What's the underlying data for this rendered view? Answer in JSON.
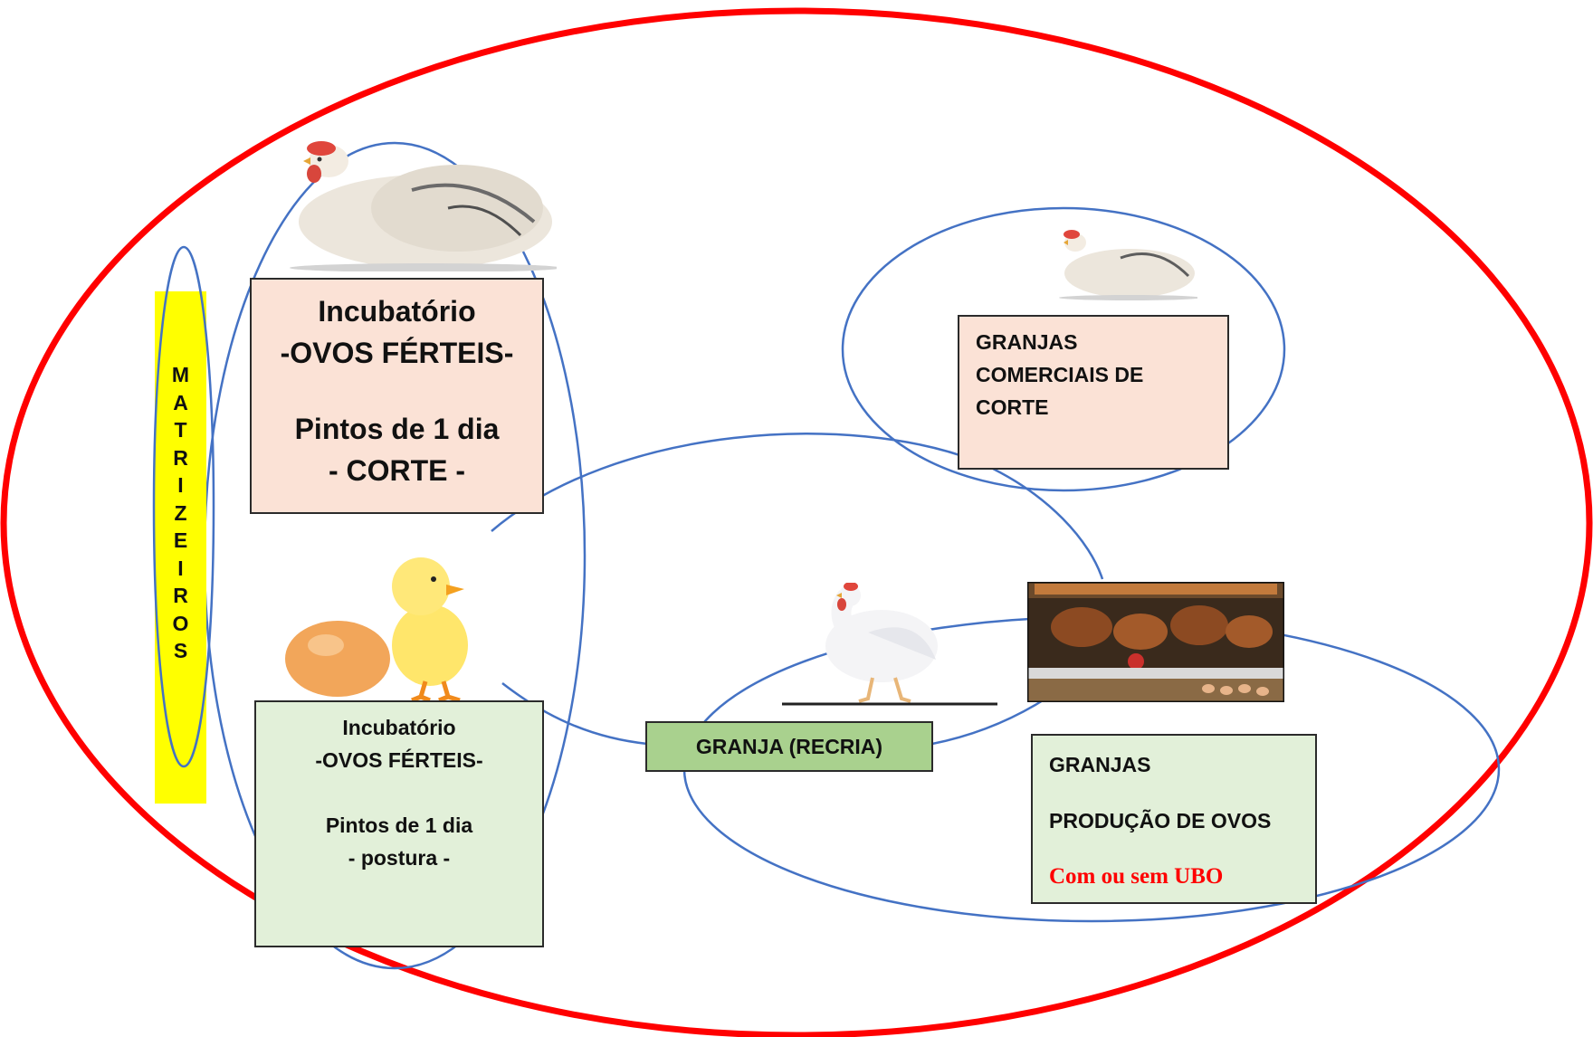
{
  "colors": {
    "outer_ellipse": "#ff0000",
    "group_ellipse": "#4472c4",
    "highlight": "#ffff00",
    "box_pink": "#fbe2d6",
    "box_green": "#e2f0d9",
    "box_green_dark": "#a9d18e",
    "accent_text": "#ff0000"
  },
  "matrizeiros": {
    "letters": [
      "M",
      "A",
      "T",
      "R",
      "I",
      "Z",
      "E",
      "I",
      "R",
      "O",
      "S"
    ]
  },
  "incubatorio_corte": {
    "line1": "Incubatório",
    "line2": "-OVOS FÉRTEIS-",
    "line3": "Pintos de 1 dia",
    "line4": "- CORTE -"
  },
  "incubatorio_postura": {
    "line1": "Incubatório",
    "line2": "-OVOS FÉRTEIS-",
    "line3": "Pintos de 1 dia",
    "line4": "- postura -"
  },
  "granjas_corte": {
    "line1": "GRANJAS",
    "line2": "COMERCIAIS DE",
    "line3": "CORTE"
  },
  "granja_recria": {
    "label": "GRANJA (RECRIA)"
  },
  "granjas_ovos": {
    "line1": "GRANJAS",
    "line2": "PRODUÇÃO DE OVOS",
    "line3": "Com ou sem UBO"
  },
  "images": {
    "hen_large": "sitting-hen-image",
    "chick_egg": "chick-with-egg-image",
    "hen_small": "sitting-hen-small-image",
    "standing_hen": "standing-white-hen-image",
    "laying_cages": "laying-hens-in-cages-image"
  }
}
